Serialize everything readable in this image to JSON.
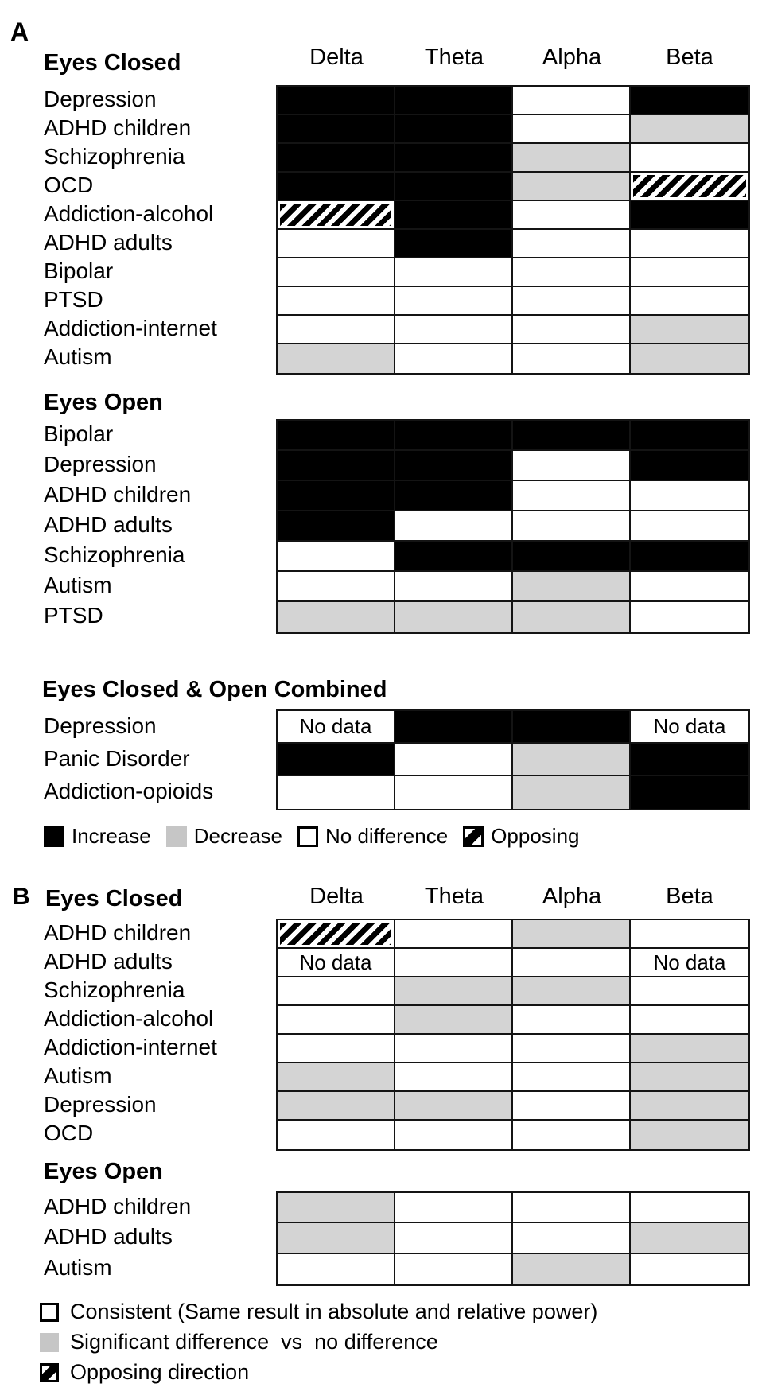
{
  "no_data_label": "No data",
  "colors": {
    "black": "#000000",
    "gray": "#d4d4d4",
    "legend_gray": "#c6c6c6",
    "white": "#ffffff",
    "border": "#141414"
  },
  "chart_data": {
    "type": "heatmap",
    "value_key": "black=Increase/Significant, gray=Decrease/Significant difference vs no difference, white=No difference/Consistent, hatch=Opposing, nodata=No data",
    "panels": [
      {
        "letter": "A",
        "columns": [
          "Delta",
          "Theta",
          "Alpha",
          "Beta"
        ],
        "sections": [
          {
            "title": "Eyes Closed",
            "rows": [
              {
                "label": "Depression",
                "cells": [
                  "black",
                  "black",
                  "white",
                  "black"
                ]
              },
              {
                "label": "ADHD children",
                "cells": [
                  "black",
                  "black",
                  "white",
                  "gray"
                ]
              },
              {
                "label": "Schizophrenia",
                "cells": [
                  "black",
                  "black",
                  "gray",
                  "white"
                ]
              },
              {
                "label": "OCD",
                "cells": [
                  "black",
                  "black",
                  "gray",
                  "hatch"
                ]
              },
              {
                "label": "Addiction-alcohol",
                "cells": [
                  "hatch",
                  "black",
                  "white",
                  "black"
                ]
              },
              {
                "label": "ADHD adults",
                "cells": [
                  "white",
                  "black",
                  "white",
                  "white"
                ]
              },
              {
                "label": "Bipolar",
                "cells": [
                  "white",
                  "white",
                  "white",
                  "white"
                ]
              },
              {
                "label": "PTSD",
                "cells": [
                  "white",
                  "white",
                  "white",
                  "white"
                ]
              },
              {
                "label": "Addiction-internet",
                "cells": [
                  "white",
                  "white",
                  "white",
                  "gray"
                ]
              },
              {
                "label": "Autism",
                "cells": [
                  "gray",
                  "white",
                  "white",
                  "gray"
                ]
              }
            ]
          },
          {
            "title": "Eyes Open",
            "rows": [
              {
                "label": "Bipolar",
                "cells": [
                  "black",
                  "black",
                  "black",
                  "black"
                ]
              },
              {
                "label": "Depression",
                "cells": [
                  "black",
                  "black",
                  "white",
                  "black"
                ]
              },
              {
                "label": "ADHD children",
                "cells": [
                  "black",
                  "black",
                  "white",
                  "white"
                ]
              },
              {
                "label": "ADHD adults",
                "cells": [
                  "black",
                  "white",
                  "white",
                  "white"
                ]
              },
              {
                "label": "Schizophrenia",
                "cells": [
                  "white",
                  "black",
                  "black",
                  "black"
                ]
              },
              {
                "label": "Autism",
                "cells": [
                  "white",
                  "white",
                  "gray",
                  "white"
                ]
              },
              {
                "label": "PTSD",
                "cells": [
                  "gray",
                  "gray",
                  "gray",
                  "white"
                ]
              }
            ]
          },
          {
            "title": "Eyes Closed & Open Combined",
            "rows": [
              {
                "label": "Depression",
                "cells": [
                  "nodata",
                  "black",
                  "black",
                  "nodata"
                ]
              },
              {
                "label": "Panic Disorder",
                "cells": [
                  "black",
                  "white",
                  "gray",
                  "black"
                ]
              },
              {
                "label": "Addiction-opioids",
                "cells": [
                  "white",
                  "white",
                  "gray",
                  "black"
                ]
              }
            ]
          }
        ],
        "legend": [
          {
            "swatch": "black",
            "label": "Increase"
          },
          {
            "swatch": "gray",
            "label": "Decrease"
          },
          {
            "swatch": "white",
            "label": "No difference"
          },
          {
            "swatch": "hatch",
            "label": "Opposing"
          }
        ]
      },
      {
        "letter": "B",
        "columns": [
          "Delta",
          "Theta",
          "Alpha",
          "Beta"
        ],
        "sections": [
          {
            "title": "Eyes Closed",
            "rows": [
              {
                "label": "ADHD children",
                "cells": [
                  "hatch",
                  "white",
                  "gray",
                  "white"
                ]
              },
              {
                "label": "ADHD adults",
                "cells": [
                  "nodata",
                  "white",
                  "white",
                  "nodata"
                ]
              },
              {
                "label": "Schizophrenia",
                "cells": [
                  "white",
                  "gray",
                  "gray",
                  "white"
                ]
              },
              {
                "label": "Addiction-alcohol",
                "cells": [
                  "white",
                  "gray",
                  "white",
                  "white"
                ]
              },
              {
                "label": "Addiction-internet",
                "cells": [
                  "white",
                  "white",
                  "white",
                  "gray"
                ]
              },
              {
                "label": "Autism",
                "cells": [
                  "gray",
                  "white",
                  "white",
                  "gray"
                ]
              },
              {
                "label": "Depression",
                "cells": [
                  "gray",
                  "gray",
                  "white",
                  "gray"
                ]
              },
              {
                "label": "OCD",
                "cells": [
                  "white",
                  "white",
                  "white",
                  "gray"
                ]
              }
            ]
          },
          {
            "title": "Eyes Open",
            "rows": [
              {
                "label": "ADHD children",
                "cells": [
                  "gray",
                  "white",
                  "white",
                  "white"
                ]
              },
              {
                "label": "ADHD adults",
                "cells": [
                  "gray",
                  "white",
                  "white",
                  "gray"
                ]
              },
              {
                "label": "Autism",
                "cells": [
                  "white",
                  "white",
                  "gray",
                  "white"
                ]
              }
            ]
          }
        ],
        "legend": [
          {
            "swatch": "white",
            "label": "Consistent (Same result in absolute and relative power)"
          },
          {
            "swatch": "gray",
            "label": "Significant difference  vs  no difference"
          },
          {
            "swatch": "hatch",
            "label": "Opposing direction"
          }
        ]
      }
    ]
  }
}
